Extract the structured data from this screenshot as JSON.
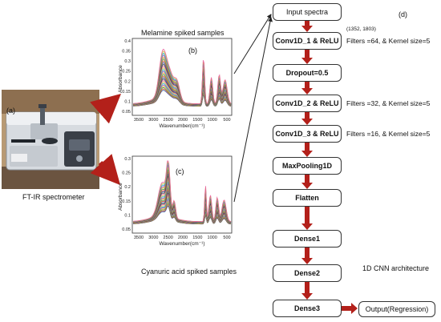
{
  "spectrometer": {
    "panel_label": "(a)",
    "caption": "FT-IR spectrometer"
  },
  "plot_b": {
    "panel_label": "(b)",
    "title": "Melamine spiked samples",
    "ylabel": "Absorbance",
    "xlabel": "Wavenumber(cm⁻¹)",
    "yticks": [
      "0.4",
      "0.35",
      "0.3",
      "0.25",
      "0.2",
      "0.15",
      "0.1",
      "0.05"
    ],
    "xticks": [
      "3500",
      "3000",
      "2500",
      "2000",
      "1500",
      "1000",
      "500"
    ]
  },
  "plot_c": {
    "panel_label": "(c)",
    "title": "Cyanuric acid spiked samples",
    "ylabel": "Absorbance",
    "xlabel": "Wavenumber(cm⁻¹)",
    "yticks": [
      "0.3",
      "0.25",
      "0.2",
      "0.15",
      "0.1",
      "0.05"
    ],
    "xticks": [
      "3500",
      "3000",
      "2500",
      "2000",
      "1500",
      "1000",
      "500"
    ]
  },
  "cnn": {
    "panel_label": "(d)",
    "input_shape": "(1352, 1803)",
    "caption": "1D CNN architecture",
    "nodes": [
      {
        "label": "Input spectra",
        "note": ""
      },
      {
        "label": "Conv1D_1 & ReLU",
        "note": "Filters =64, & Kernel size=5"
      },
      {
        "label": "Dropout=0.5",
        "note": ""
      },
      {
        "label": "Conv1D_2 & ReLU",
        "note": "Filters =32, & Kernel size=5"
      },
      {
        "label": "Conv1D_3 & ReLU",
        "note": "Filters =16, & Kernel size=5"
      },
      {
        "label": "MaxPooling1D",
        "note": ""
      },
      {
        "label": "Flatten",
        "note": ""
      },
      {
        "label": "Dense1",
        "note": ""
      },
      {
        "label": "Dense2",
        "note": ""
      },
      {
        "label": "Dense3",
        "note": ""
      }
    ],
    "output": "Output(Regression)"
  },
  "colors": {
    "arrow": "#b3201a",
    "connector": "#222222",
    "spectra": [
      "#1f4e9a",
      "#e23b2c",
      "#2c9c3a",
      "#e8a21c",
      "#8a3fb5",
      "#18a8c8",
      "#c9c93a",
      "#e85a9a",
      "#3a3a3a"
    ]
  }
}
